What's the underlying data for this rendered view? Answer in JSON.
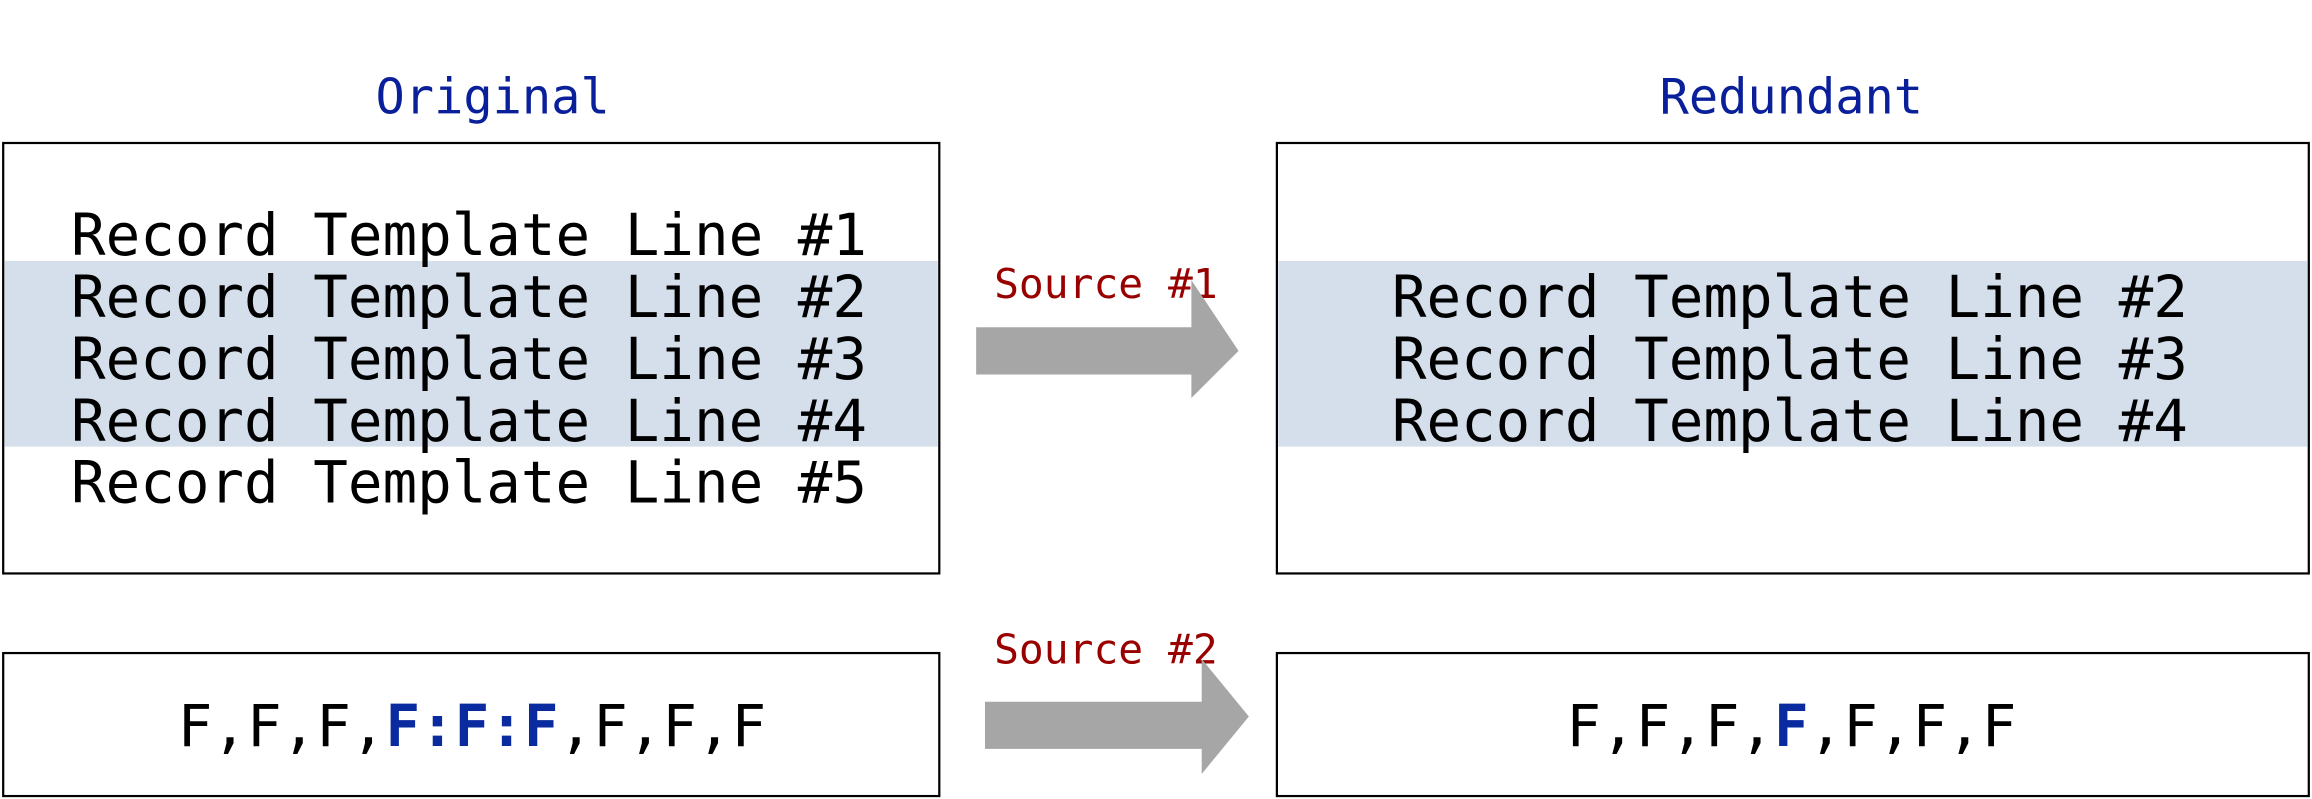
{
  "colors": {
    "title": "#0a1f9a",
    "source_label": "#990000",
    "highlight_band": "#d5dfeb",
    "arrow": "#a6a6a6",
    "highlighted_field": "#0a2aa0",
    "text": "#000000"
  },
  "original": {
    "title": "Original",
    "lines": [
      "Record Template Line #1",
      "Record Template Line #2",
      "Record Template Line #3",
      "Record Template Line #4",
      "Record Template Line #5"
    ],
    "highlighted_lines": [
      2,
      3,
      4
    ],
    "fields": {
      "prefix": "F,F,F,",
      "highlight_1": "F",
      "sep_1": ":",
      "highlight_2": "F",
      "sep_2": ":",
      "highlight_3": "F",
      "suffix": ",F,F,F"
    }
  },
  "redundant": {
    "title": "Redundant",
    "lines": [
      "Record Template Line #2",
      "Record Template Line #3",
      "Record Template Line #4"
    ],
    "fields": {
      "prefix": "F,F,F,",
      "highlight": "F",
      "suffix": ",F,F,F"
    }
  },
  "arrows": [
    {
      "label": "Source #1",
      "icon": "right-arrow-icon"
    },
    {
      "label": "Source #2",
      "icon": "right-arrow-icon"
    }
  ]
}
